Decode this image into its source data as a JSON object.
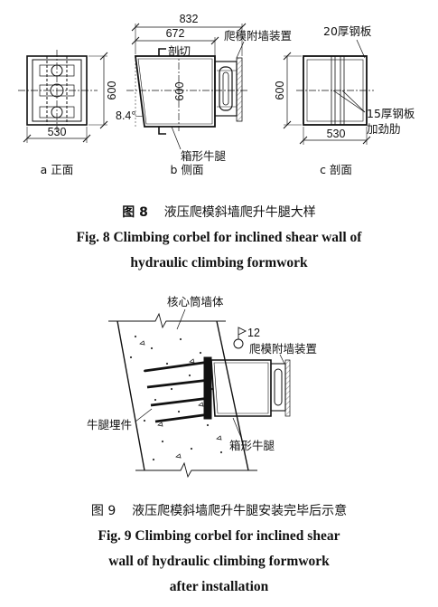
{
  "fig8": {
    "dims": {
      "w832": "832",
      "w672": "672",
      "h600a": "600",
      "h600b": "600",
      "h600c": "600",
      "w530a": "530",
      "w530c": "530",
      "angle": "8.4°"
    },
    "labels": {
      "climbing_device": "爬模附墙装置",
      "plate20": "20厚钢板",
      "section_cut": "剖切",
      "box_corbel": "箱形牛腿",
      "plate15": "15厚钢板",
      "stiffener": "加劲肋"
    },
    "views": {
      "a": "a 正面",
      "b": "b 侧面",
      "c": "c 剖面"
    },
    "caption_cn": {
      "num": "图 8",
      "text": "液压爬模斜墙爬升牛腿大样"
    },
    "caption_en": {
      "line1": "Fig. 8    Climbing corbel for inclined shear wall of",
      "line2": "hydraulic climbing formwork"
    }
  },
  "fig9": {
    "labels": {
      "core_wall": "核心筒墙体",
      "num12": "12",
      "climbing_device": "爬模附墙装置",
      "embedded": "牛腿埋件",
      "box_corbel": "箱形牛腿"
    },
    "caption_cn": {
      "num": "图 9",
      "text": "液压爬模斜墙爬升牛腿安装完毕后示意"
    },
    "caption_en": {
      "line1": "Fig. 9    Climbing corbel for inclined shear",
      "line2": "wall of hydraulic climbing formwork",
      "line3": "after installation"
    }
  }
}
